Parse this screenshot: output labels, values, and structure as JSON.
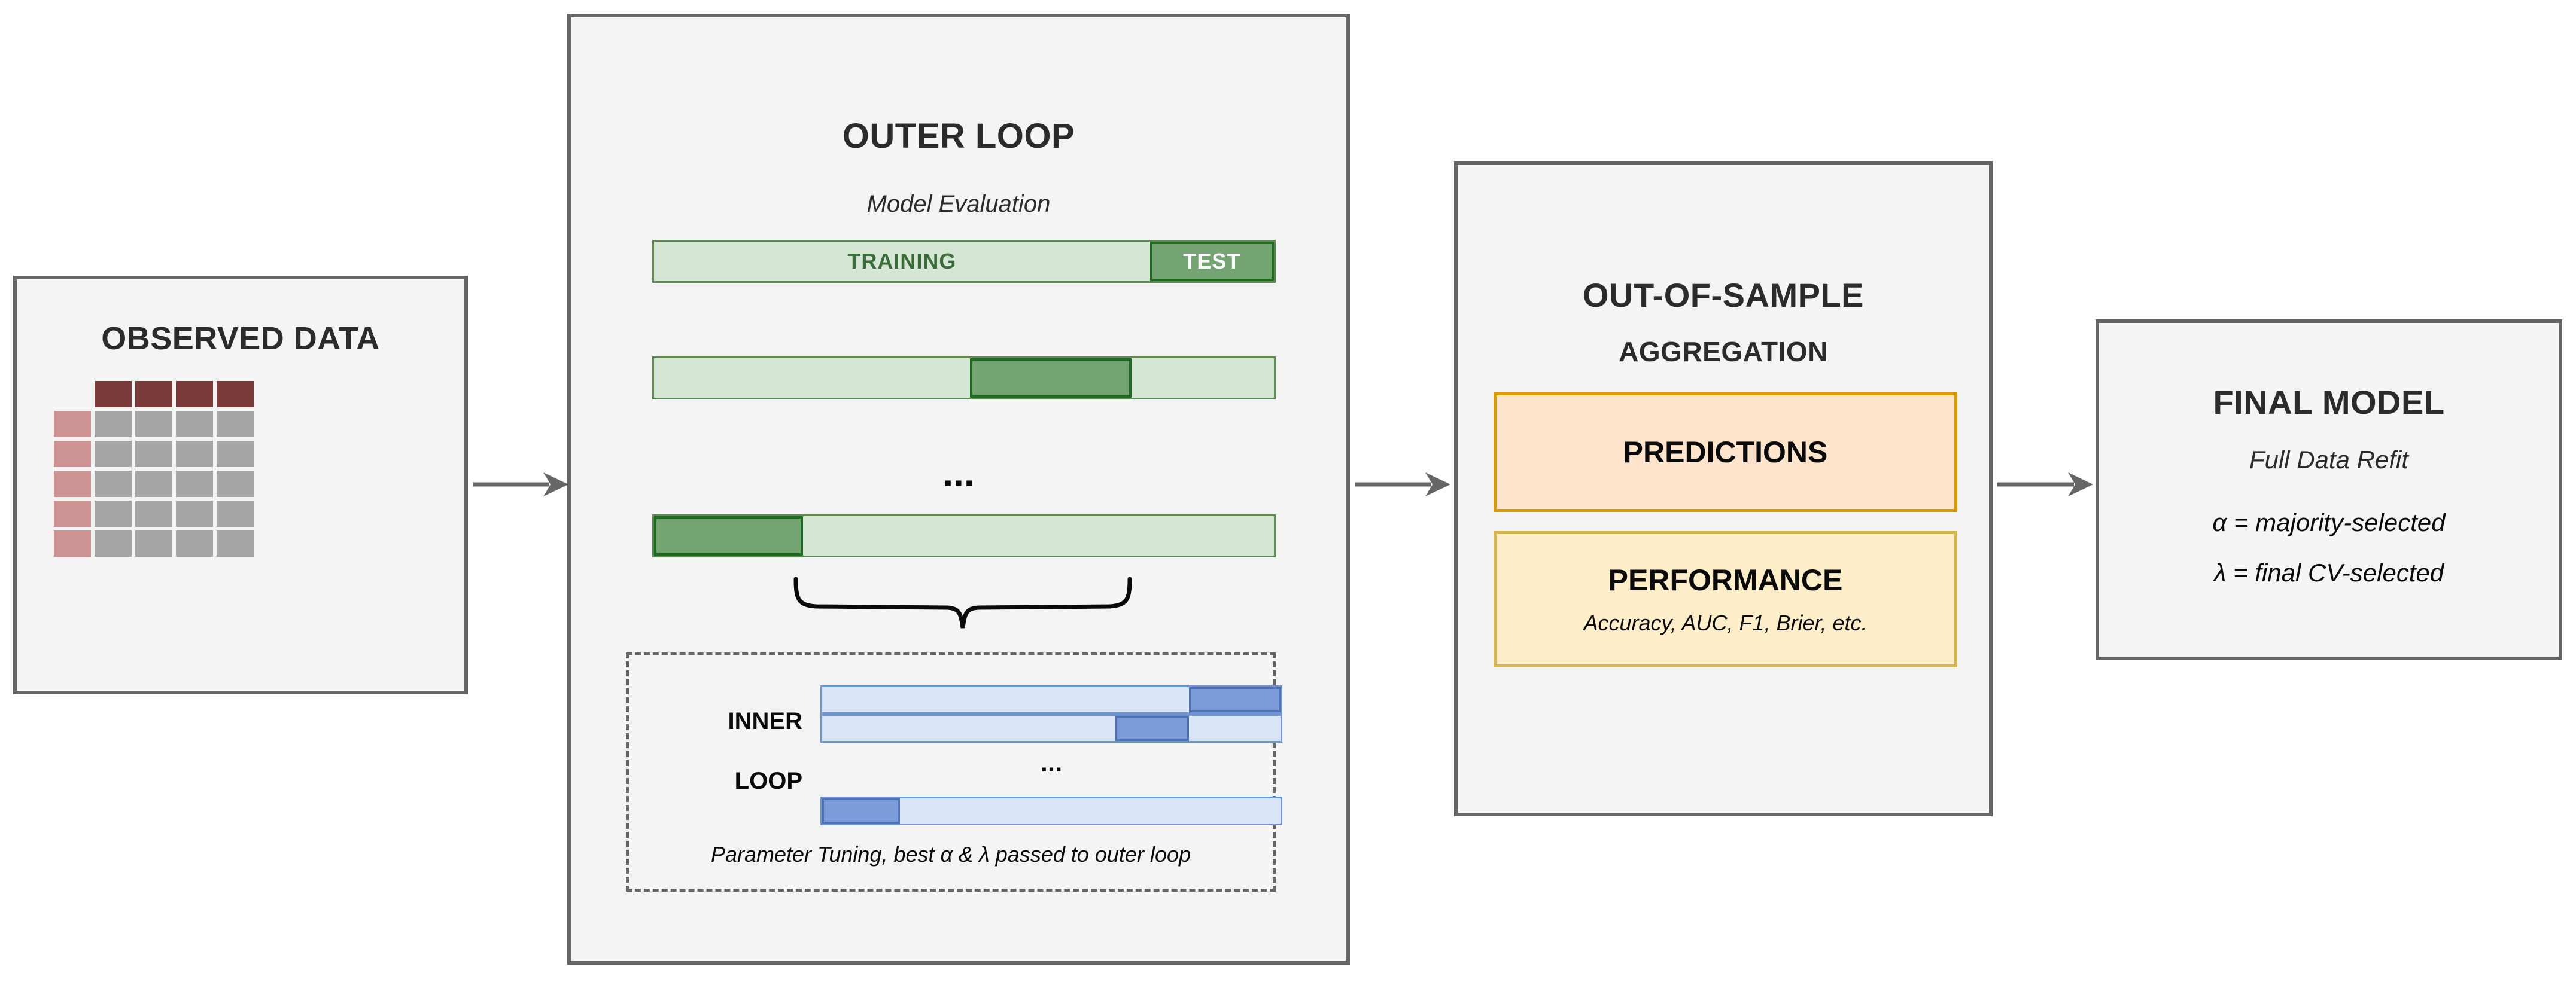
{
  "observed": {
    "title": "OBSERVED DATA",
    "grid": {
      "rows": 6,
      "cols": 5,
      "header_fill": "#7b3b3b",
      "idcol_fill": "#cd9292",
      "body_fill": "#a5a5a5"
    }
  },
  "outer": {
    "title": "OUTER LOOP",
    "subtitle": "Model Evaluation",
    "ellipsis": "...",
    "folds": [
      {
        "segments": [
          {
            "label": "TRAINING",
            "kind": "train",
            "width_pct": 80
          },
          {
            "label": "TEST",
            "kind": "test",
            "width_pct": 20
          }
        ]
      },
      {
        "segments": [
          {
            "label": "",
            "kind": "train",
            "width_pct": 51
          },
          {
            "label": "",
            "kind": "test",
            "width_pct": 26
          },
          {
            "label": "",
            "kind": "train",
            "width_pct": 23
          }
        ]
      },
      {
        "segments": [
          {
            "label": "",
            "kind": "test",
            "width_pct": 24
          },
          {
            "label": "",
            "kind": "train",
            "width_pct": 76
          }
        ]
      }
    ],
    "inner": {
      "label_line1": "INNER",
      "label_line2": "LOOP",
      "ellipsis": "...",
      "caption": "Parameter Tuning, best α & λ passed to outer loop",
      "folds": [
        {
          "segments": [
            {
              "kind": "itrain",
              "width_pct": 80
            },
            {
              "kind": "ival",
              "width_pct": 20
            }
          ]
        },
        {
          "segments": [
            {
              "kind": "itrain",
              "width_pct": 64
            },
            {
              "kind": "ival",
              "width_pct": 16
            },
            {
              "kind": "itrain",
              "width_pct": 20
            }
          ]
        },
        {
          "segments": [
            {
              "kind": "ival",
              "width_pct": 17
            },
            {
              "kind": "itrain",
              "width_pct": 83
            }
          ]
        }
      ]
    }
  },
  "aggregation": {
    "title_line1": "OUT-OF-SAMPLE",
    "title_line2": "AGGREGATION",
    "predictions": {
      "title": "PREDICTIONS"
    },
    "performance": {
      "title": "PERFORMANCE",
      "subtitle": "Accuracy, AUC, F1, Brier, etc."
    }
  },
  "final": {
    "title": "FINAL MODEL",
    "subtitle": "Full Data Refit",
    "line_alpha": "α = majority-selected",
    "line_lambda": "λ = final CV-selected"
  },
  "colors": {
    "panel_bg": "#f4f4f4",
    "panel_border": "#666666",
    "arrow": "#666666",
    "green_light": "#d5e7d4",
    "green_mid": "#73a471",
    "green_border": "#5d8a52",
    "green_dark_border": "#1f6b21",
    "blue_light": "#dae6f8",
    "blue_mid": "#7b9bd9",
    "blue_border": "#6f93ce",
    "orange_border": "#d99b00",
    "orange_fill": "#ffe4cc",
    "yellow_border": "#d7b54e",
    "yellow_fill": "#fdeec9",
    "data_header": "#7b3b3b",
    "data_idcol": "#cd9292",
    "data_body": "#a5a5a5"
  }
}
